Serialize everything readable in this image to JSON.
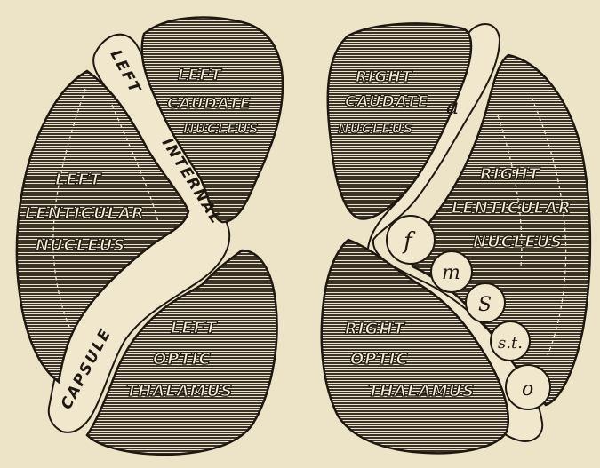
{
  "colors": {
    "background": "#ede3c6",
    "tissue_fill": "#3b332a",
    "outline": "#1e1810"
  },
  "left_hemisphere": {
    "caudate_nucleus": [
      "LEFT",
      "CAUDATE",
      "NUCLEUS"
    ],
    "lenticular_nucleus": [
      "LEFT",
      "LENTICULAR",
      "NUCLEUS"
    ],
    "optic_thalamus": [
      "LEFT",
      "OPTIC",
      "THALAMUS"
    ],
    "internal_capsule": [
      "LEFT",
      "INTERNAL",
      "CAPSULE"
    ]
  },
  "right_hemisphere": {
    "caudate_nucleus": [
      "RIGHT",
      "CAUDATE",
      "NUCLEUS"
    ],
    "lenticular_nucleus": [
      "RIGHT",
      "LENTICULAR",
      "NUCLEUS"
    ],
    "optic_thalamus": [
      "RIGHT",
      "OPTIC",
      "THALAMUS"
    ],
    "capsule_regions": [
      "a",
      "f",
      "m",
      "S",
      "s.t.",
      "o"
    ]
  }
}
